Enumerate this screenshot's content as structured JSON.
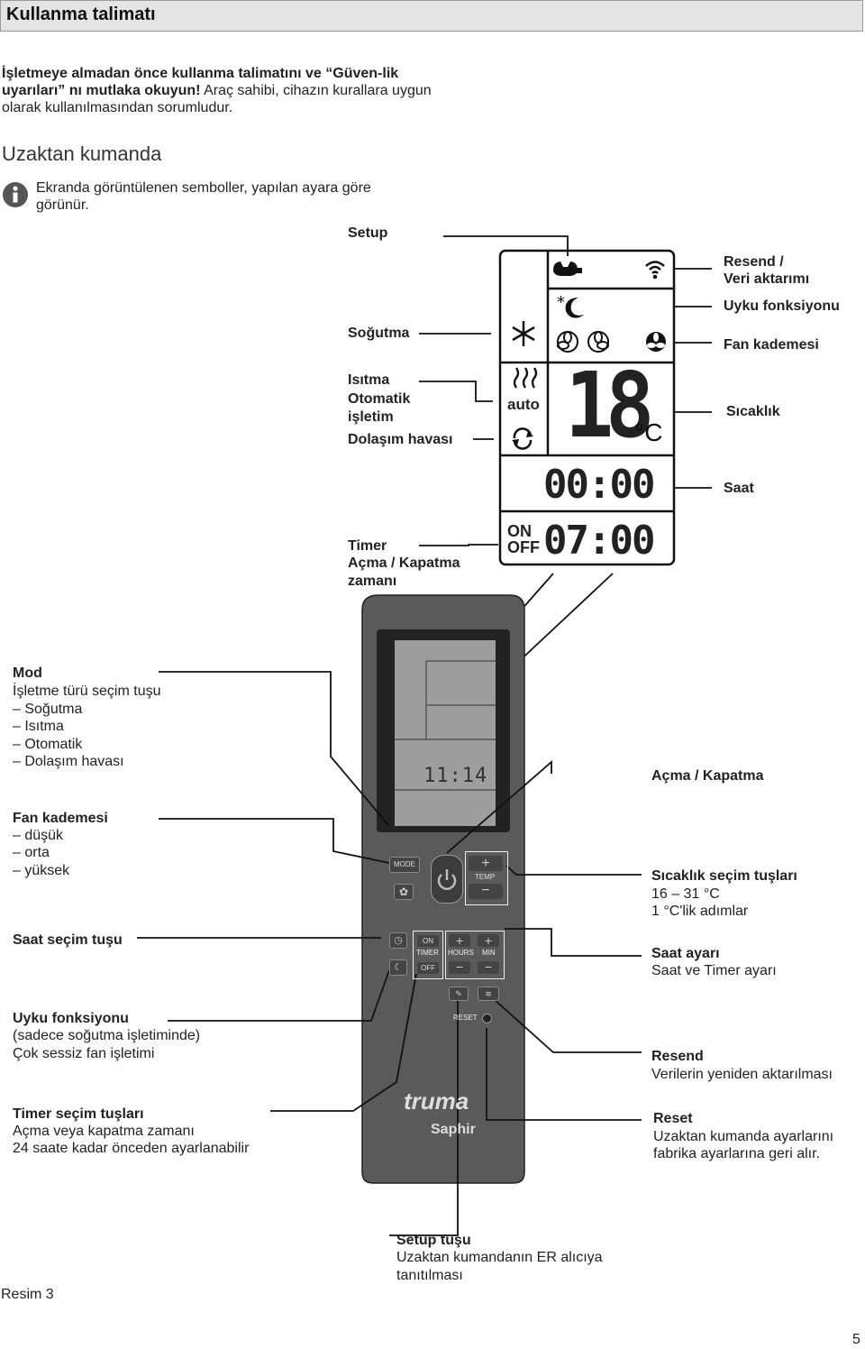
{
  "header": {
    "title": "Kullanma talimatı"
  },
  "intro": {
    "bold": "İşletmeye almadan önce kullanma talimatını ve “Güven-lik uyarıları” nı mutlaka okuyun!",
    "rest": " Araç sahibi, cihazın kurallara uygun olarak kullanılmasından sorumludur."
  },
  "section_title": "Uzaktan kumanda",
  "info_note": "Ekranda görüntülenen semboller, yapılan ayara göre görünür.",
  "display": {
    "auto": "auto",
    "temperature": "18",
    "unit": "°C",
    "clock": "00:00",
    "timer": "07:00",
    "on": "ON",
    "off": "OFF",
    "remote_lcd": "11:14"
  },
  "display_labels": {
    "setup": "Setup",
    "resend": "Resend /",
    "resend2": "Veri aktarımı",
    "sleep": "Uyku fonksiyonu",
    "cooling": "Soğutma",
    "fan": "Fan kademesi",
    "heating": "Isıtma",
    "auto1": "Otomatik",
    "auto2": "işletim",
    "circulation": "Dolaşım havası",
    "temp": "Sıcaklık",
    "clock": "Saat",
    "timer1": "Timer",
    "timer2": "Açma / Kapatma",
    "timer3": "zamanı"
  },
  "remote_buttons": {
    "mode": "MODE",
    "temp": "TEMP",
    "on": "ON",
    "timer": "TIMER",
    "off": "OFF",
    "hours": "HOURS",
    "min": "MIN",
    "reset": "RESET",
    "brand": "truma",
    "model": "Saphir"
  },
  "left_labels": {
    "mod_title": "Mod",
    "mod_1": "İşletme türü seçim tuşu",
    "mod_2": "– Soğutma",
    "mod_3": "– Isıtma",
    "mod_4": "– Otomatik",
    "mod_5": "– Dolaşım havası",
    "fan_title": "Fan kademesi",
    "fan_1": "– düşük",
    "fan_2": "– orta",
    "fan_3": "– yüksek",
    "clock_title": "Saat seçim tuşu",
    "sleep_title": "Uyku fonksiyonu",
    "sleep_1": "(sadece soğutma işletiminde)",
    "sleep_2": "Çok sessiz fan işletimi",
    "timer_title": "Timer seçim tuşları",
    "timer_1": "Açma veya kapatma zamanı",
    "timer_2": "24 saate kadar önceden ayarlanabilir"
  },
  "right_labels": {
    "power": "Açma / Kapatma",
    "temp_title": "Sıcaklık seçim tuşları",
    "temp_1": "16 – 31 °C",
    "temp_2": "1 °C'lik adımlar",
    "clockset_title": "Saat ayarı",
    "clockset_1": "Saat ve Timer ayarı",
    "resend_title": "Resend",
    "resend_1": "Verilerin yeniden aktarılması",
    "reset_title": "Reset",
    "reset_1": "Uzaktan kumanda ayarlarını",
    "reset_2": "fabrika ayarlarına geri alır."
  },
  "bottom": {
    "setup_title": "Setup tuşu",
    "setup_1": "Uzaktan kumandanın ER alıcıya",
    "setup_2": "tanıtılması",
    "figure": "Resim 3",
    "page_number": "5"
  }
}
